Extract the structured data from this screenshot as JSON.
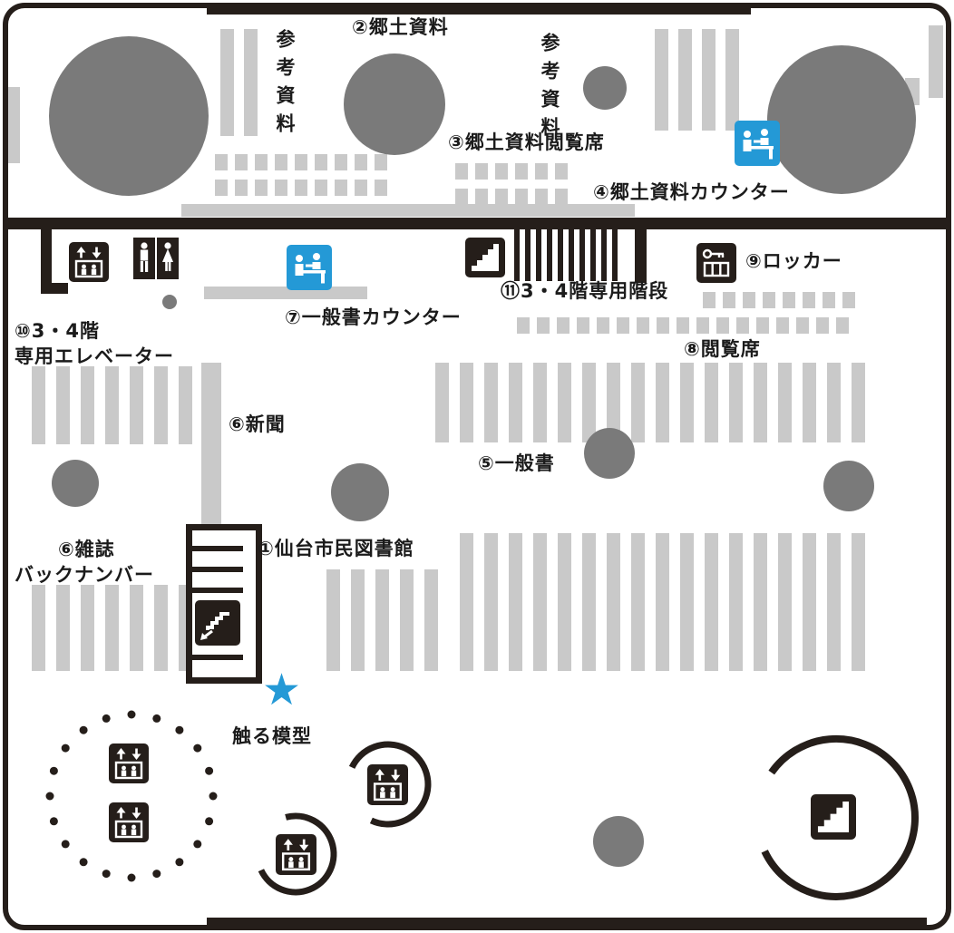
{
  "floor_map": {
    "labels": {
      "library_name": "①仙台市民図書館",
      "local_materials": "②郷土資料",
      "local_materials_reading_seats": "③郷土資料閲覧席",
      "local_materials_counter": "④郷土資料カウンター",
      "general_books": "⑤一般書",
      "newspapers": "⑥新聞",
      "magazines_line1": "⑥雑誌",
      "magazines_line2": "バックナンバー",
      "general_books_counter": "⑦一般書カウンター",
      "reading_seats": "⑧閲覧席",
      "lockers": "⑨ロッカー",
      "elevator_34_line1": "⑩3・4階",
      "elevator_34_line2": "専用エレベーター",
      "stairs_34": "⑪3・4階専用階段",
      "reference_materials_left": "参考資料",
      "reference_materials_right": "参考資料",
      "touch_model": "触る模型",
      "touch_model_star": "★"
    },
    "icons": {
      "elevator": "elevator-icon",
      "stairs": "stairs-icon",
      "escalator": "escalator-icon",
      "service_counter": "counter-icon",
      "locker": "locker-icon",
      "restroom": "restroom-icon"
    },
    "colors": {
      "wall_black": "#251e1a",
      "area_gray": "#7a7a7a",
      "shelf_gray": "#c9c9c9",
      "accent_blue": "#2499d6",
      "background": "#ffffff"
    }
  }
}
